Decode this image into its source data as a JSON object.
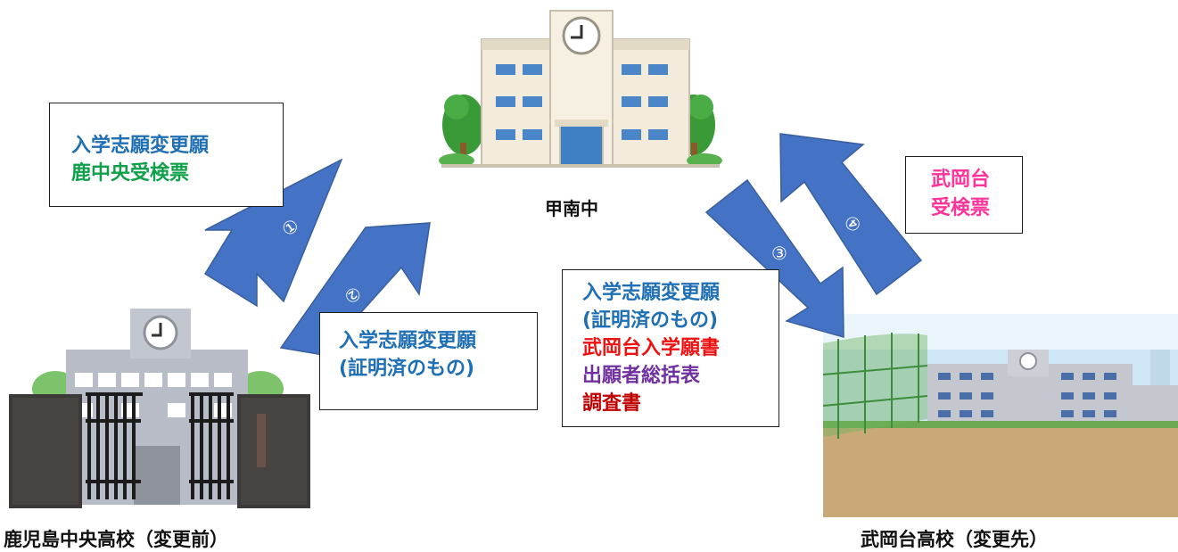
{
  "colors": {
    "arrow": "#4472c4",
    "text_blue": "#1f6fb5",
    "text_green": "#10a04a",
    "text_red": "#ee1111",
    "text_purple": "#7030a0",
    "text_darkred": "#c00000",
    "text_pink": "#ff3399"
  },
  "schools": {
    "middle": {
      "label": "甲南中"
    },
    "before": {
      "label": "鹿児島中央高校（変更前）"
    },
    "after": {
      "label": "武岡台高校（変更先）"
    }
  },
  "arrows": [
    {
      "step": "①"
    },
    {
      "step": "②"
    },
    {
      "step": "③"
    },
    {
      "step": "④"
    }
  ],
  "boxes": {
    "step1": {
      "lines": [
        "入学志願変更願",
        "鹿中央受検票"
      ]
    },
    "step2": {
      "lines": [
        "入学志願変更願",
        "(証明済のもの)"
      ]
    },
    "step3": {
      "lines": [
        "入学志願変更願",
        "(証明済のもの)",
        "武岡台入学願書",
        "出願者総括表",
        "調査書"
      ]
    },
    "step4": {
      "lines": [
        "武岡台",
        "受検票"
      ]
    }
  }
}
